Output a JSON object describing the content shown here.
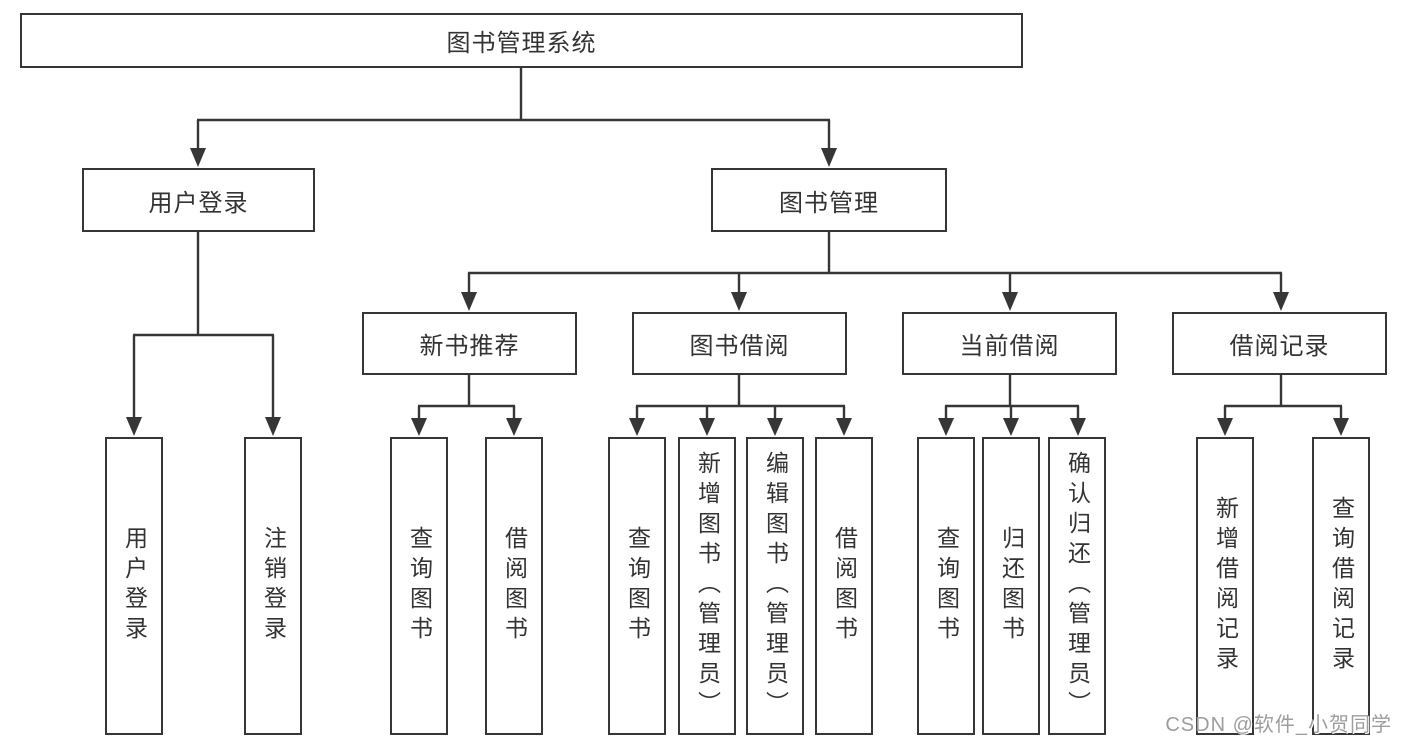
{
  "title": "图书管理系统",
  "tree": {
    "label": "图书管理系统",
    "children": [
      {
        "label": "用户登录",
        "children": [
          {
            "label": "用户登录"
          },
          {
            "label": "注销登录"
          }
        ]
      },
      {
        "label": "图书管理",
        "children": [
          {
            "label": "新书推荐",
            "children": [
              {
                "label": "查询图书"
              },
              {
                "label": "借阅图书"
              }
            ]
          },
          {
            "label": "图书借阅",
            "children": [
              {
                "label": "查询图书"
              },
              {
                "label": "新增图书（管理员）"
              },
              {
                "label": "编辑图书（管理员）"
              },
              {
                "label": "借阅图书"
              }
            ]
          },
          {
            "label": "当前借阅",
            "children": [
              {
                "label": "查询图书"
              },
              {
                "label": "归还图书"
              },
              {
                "label": "确认归还（管理员）"
              }
            ]
          },
          {
            "label": "借阅记录",
            "children": [
              {
                "label": "新增借阅记录"
              },
              {
                "label": "查询借阅记录"
              }
            ]
          }
        ]
      }
    ]
  },
  "watermark": {
    "text": "CSDN @软件_小贺同学"
  },
  "colors": {
    "line": "#363636",
    "box_border": "#363636",
    "text": "#333333",
    "watermark": "#9d9d9d",
    "background": "#ffffff"
  }
}
